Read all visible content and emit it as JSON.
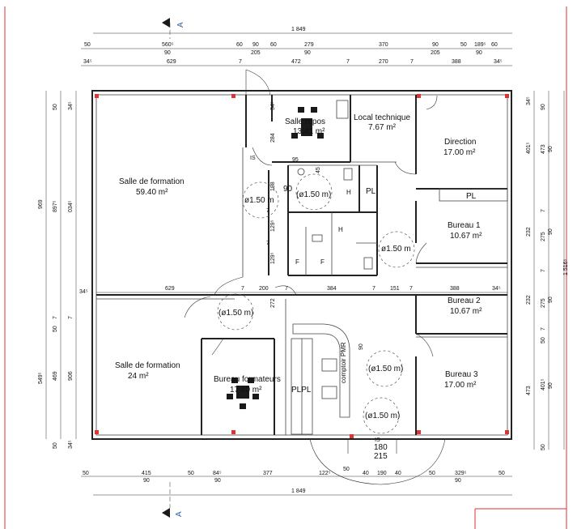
{
  "title_overall_width": "1 849",
  "section_marker": "A",
  "rooms": {
    "salle_formation_1": {
      "name": "Salle de formation",
      "area": "59.40 m²"
    },
    "salle_repos": {
      "name": "Salle repos",
      "area": "13.41 m²"
    },
    "local_technique": {
      "name": "Local technique",
      "area": "7.67 m²"
    },
    "direction": {
      "name": "Direction",
      "area": "17.00 m²"
    },
    "bureau_1": {
      "name": "Bureau 1",
      "area": "10.67 m²"
    },
    "bureau_2": {
      "name": "Bureau 2",
      "area": "10.67 m²"
    },
    "salle_formation_2": {
      "name": "Salle de formation",
      "area": "24 m²"
    },
    "bureau_formateurs": {
      "name": "Bureau formateurs",
      "area": "17.80 m²"
    },
    "bureau_3": {
      "name": "Bureau 3",
      "area": "17.00 m²"
    }
  },
  "labels": {
    "pl": "PL",
    "plpl": "PLPL",
    "is": "IS",
    "h": "H",
    "f": "F",
    "comptoir": "comptoir PMR",
    "d90": "90",
    "d95": "95",
    "ent_180": "180",
    "ent_215": "215"
  },
  "turning_circle": "ø1.50 m",
  "turning_circle_alt": "(ø1.50 m)",
  "top_dims_row1": [
    "50",
    "560⁵",
    "60",
    "90",
    "60",
    "279",
    "370",
    "90",
    "50",
    "189⁵",
    "60"
  ],
  "top_dims_row1_sub": [
    "90",
    "205",
    "90",
    "205",
    "90"
  ],
  "top_dims_row2": [
    "34⁵",
    "629",
    "7",
    "472",
    "7",
    "270",
    "7",
    "388",
    "34⁵"
  ],
  "bottom_dims_row1": [
    "50",
    "415",
    "50",
    "84⁵",
    "377",
    "122⁵",
    "50",
    "40",
    "190",
    "40",
    "50",
    "329⁵",
    "50"
  ],
  "bottom_dims_row1_sub": [
    "90",
    "90",
    "90"
  ],
  "interior_dims": [
    "34⁵",
    "629",
    "7",
    "200",
    "7",
    "384",
    "7",
    "151",
    "7",
    "388",
    "34⁵",
    "272",
    "284",
    "198",
    "129⁵",
    "129⁵",
    "7",
    "7",
    "45",
    "90",
    "34⁵"
  ],
  "left_dims": [
    "969",
    "897⁵",
    "034⁵",
    "50",
    "34⁵",
    "7",
    "50",
    "7",
    "549⁵",
    "469",
    "906",
    "34⁵",
    "50"
  ],
  "right_dims": [
    "1 516⁵",
    "473",
    "401⁵",
    "90",
    "7",
    "232",
    "90",
    "275",
    "7",
    "232",
    "90",
    "275",
    "7",
    "473",
    "401⁵",
    "90",
    "50",
    "50",
    "34⁵",
    "90"
  ]
}
